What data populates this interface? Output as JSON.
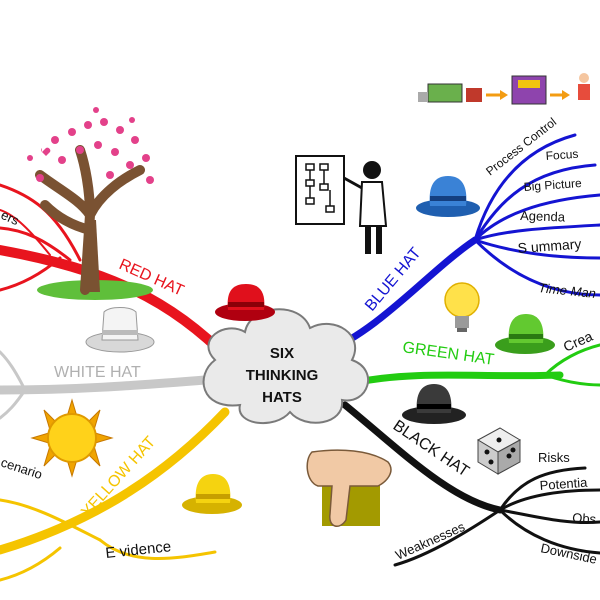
{
  "center": {
    "line1": "SIX",
    "line2": "THINKING",
    "line3": "HATS"
  },
  "branches": {
    "red": {
      "label": "RED HAT",
      "color": "#e8141e",
      "sub": [
        "ers"
      ]
    },
    "white": {
      "label": "WHITE HAT",
      "color": "#c8c8c8"
    },
    "yellow": {
      "label": "YELLOW HAT",
      "color": "#f5c400",
      "sub": [
        "cenario",
        "E vidence"
      ]
    },
    "blue": {
      "label": "BLUE HAT",
      "color": "#1414d2",
      "sub": [
        "Process Control",
        "Focus",
        "Big Picture",
        "Agenda",
        "S ummary",
        "Time Man"
      ]
    },
    "green": {
      "label": "GREEN HAT",
      "color": "#22cc11",
      "sub": [
        "Crea"
      ]
    },
    "black": {
      "label": "BLACK HAT",
      "color": "#111111",
      "sub": [
        "Risks",
        "Potentia",
        "Obs",
        "Downside",
        "Weaknesses"
      ]
    }
  },
  "icons": [
    "tree-icon",
    "red-hat-icon",
    "white-hat-icon",
    "sun-icon",
    "yellow-hat-icon",
    "blue-hat-icon",
    "green-hat-icon",
    "black-hat-icon",
    "lightbulb-icon",
    "dice-icon",
    "thumbs-down-icon",
    "presenter-icon",
    "process-flow-icon"
  ]
}
